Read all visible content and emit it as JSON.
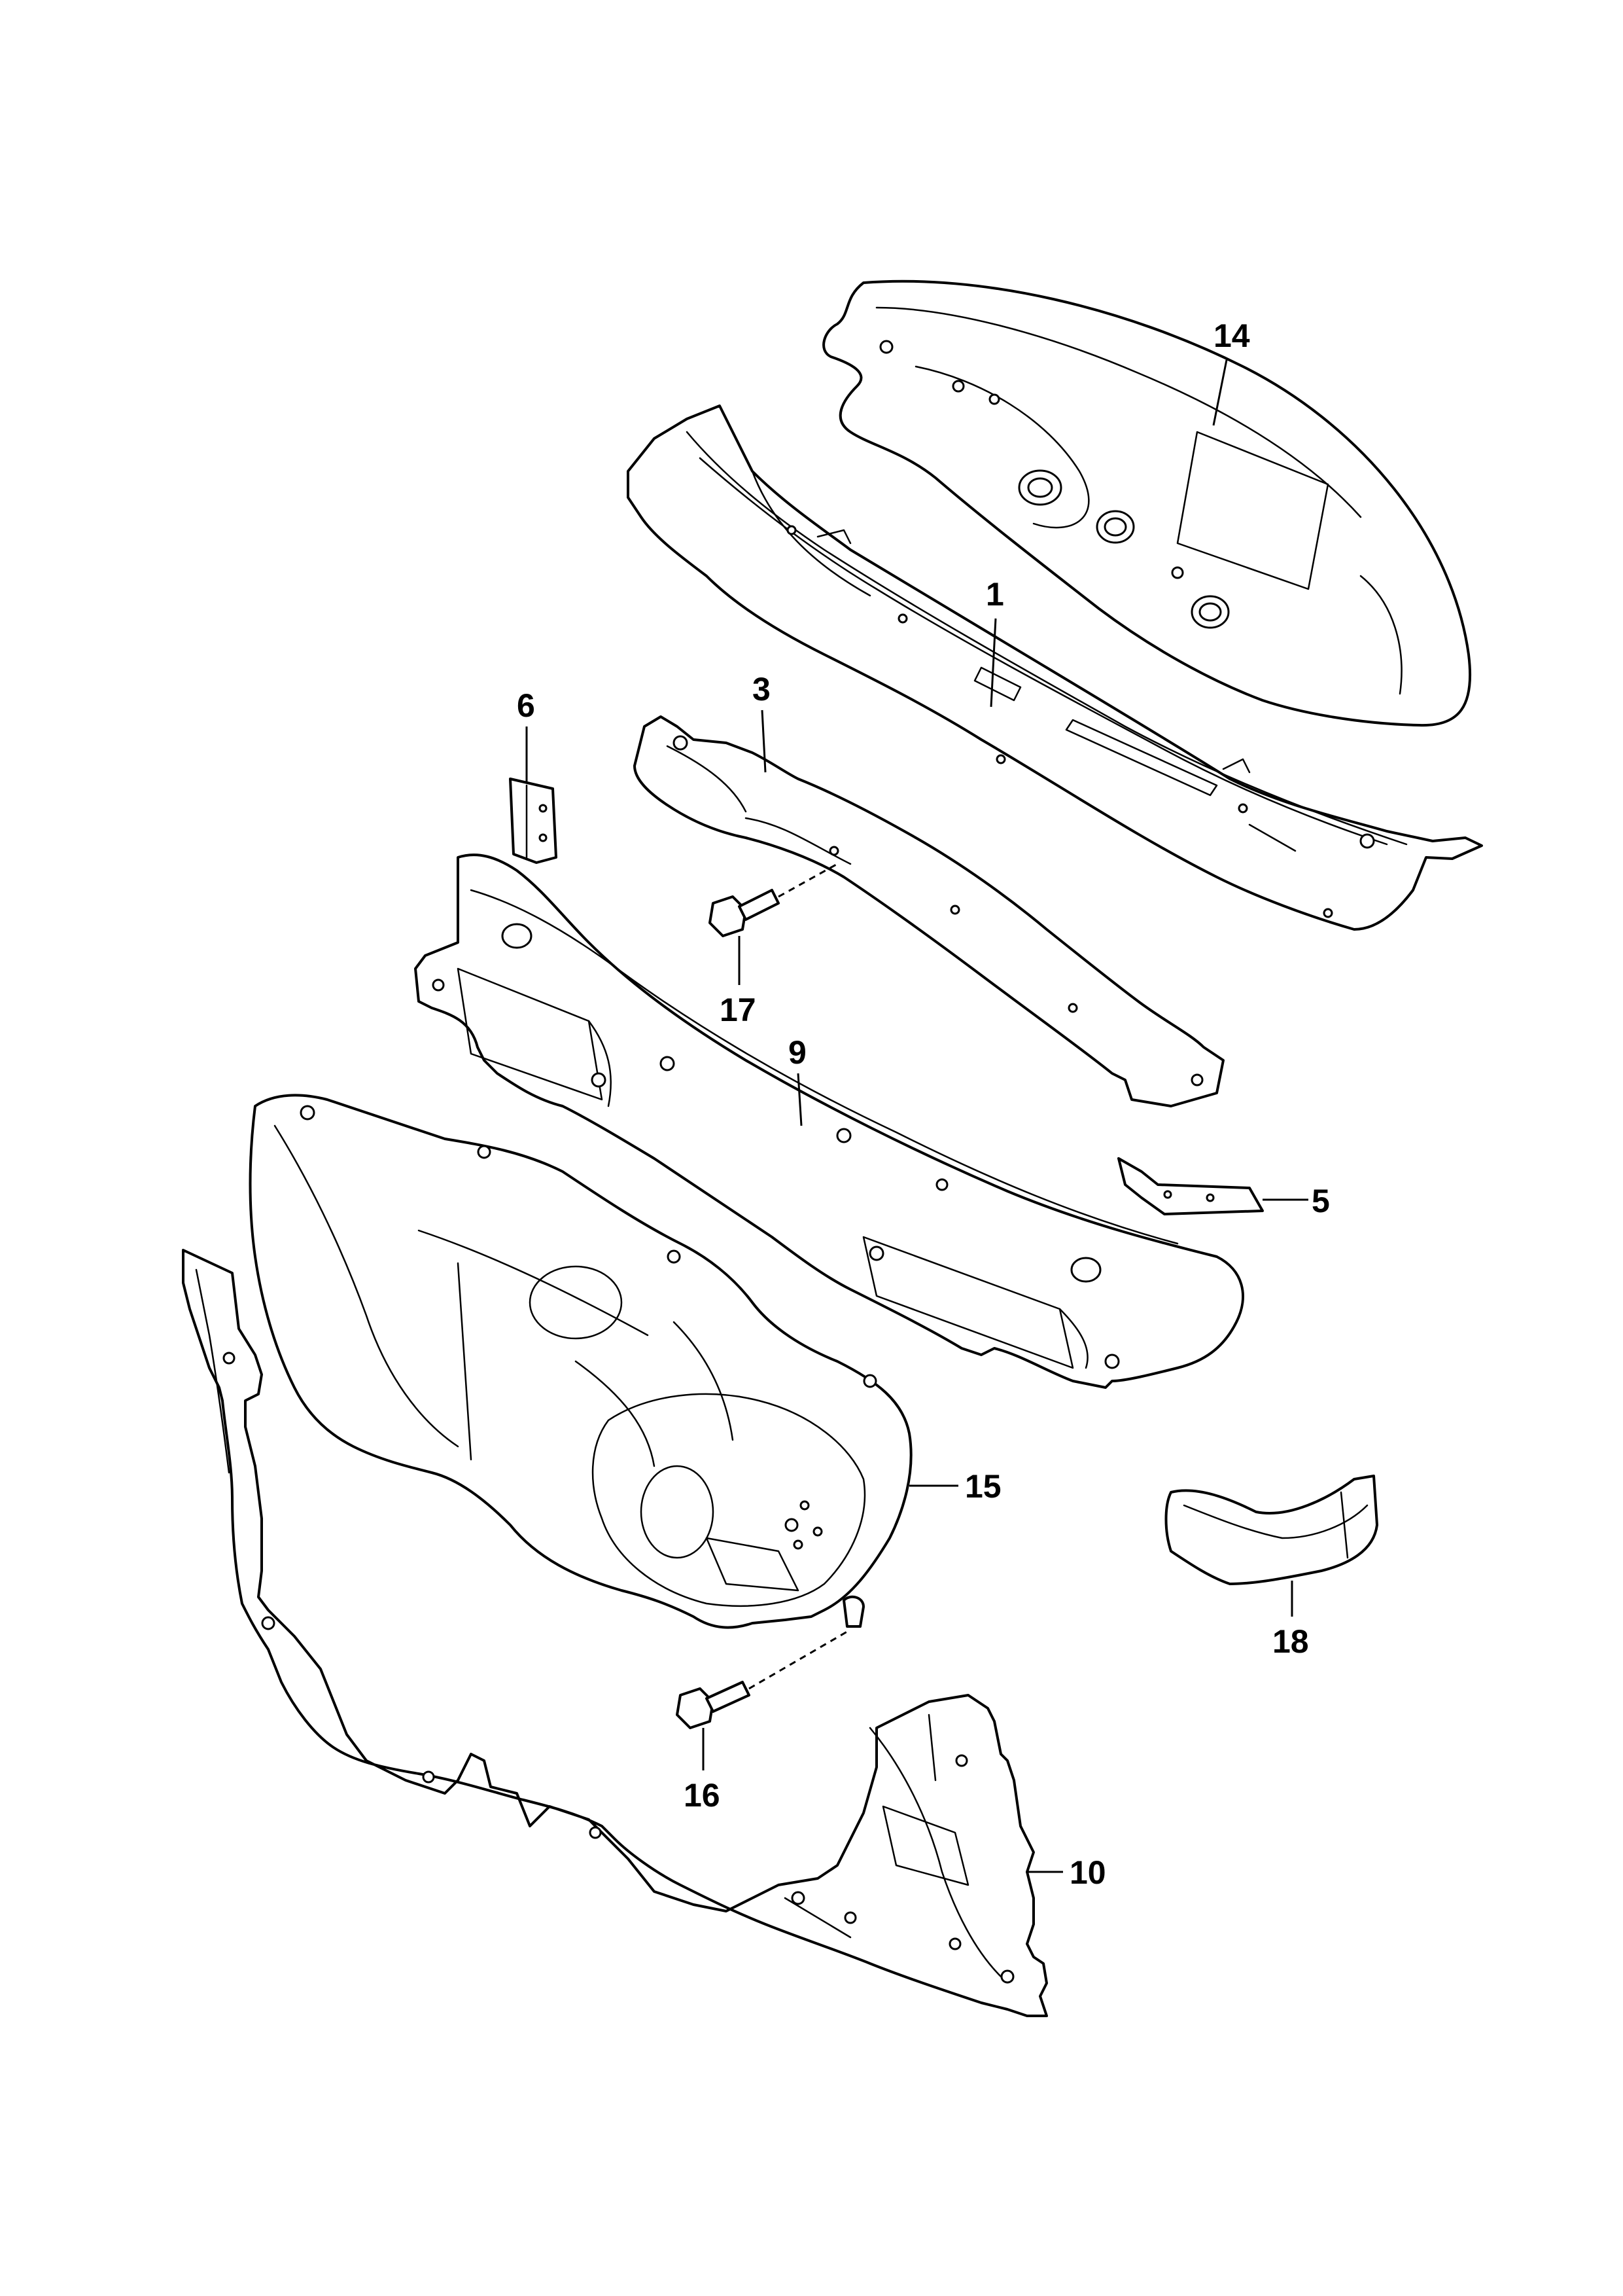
{
  "diagram": {
    "callouts": [
      {
        "id": "1",
        "label": "1"
      },
      {
        "id": "3",
        "label": "3"
      },
      {
        "id": "5",
        "label": "5"
      },
      {
        "id": "6",
        "label": "6"
      },
      {
        "id": "9",
        "label": "9"
      },
      {
        "id": "10",
        "label": "10"
      },
      {
        "id": "14",
        "label": "14"
      },
      {
        "id": "15",
        "label": "15"
      },
      {
        "id": "16",
        "label": "16"
      },
      {
        "id": "17",
        "label": "17"
      },
      {
        "id": "18",
        "label": "18"
      }
    ]
  }
}
